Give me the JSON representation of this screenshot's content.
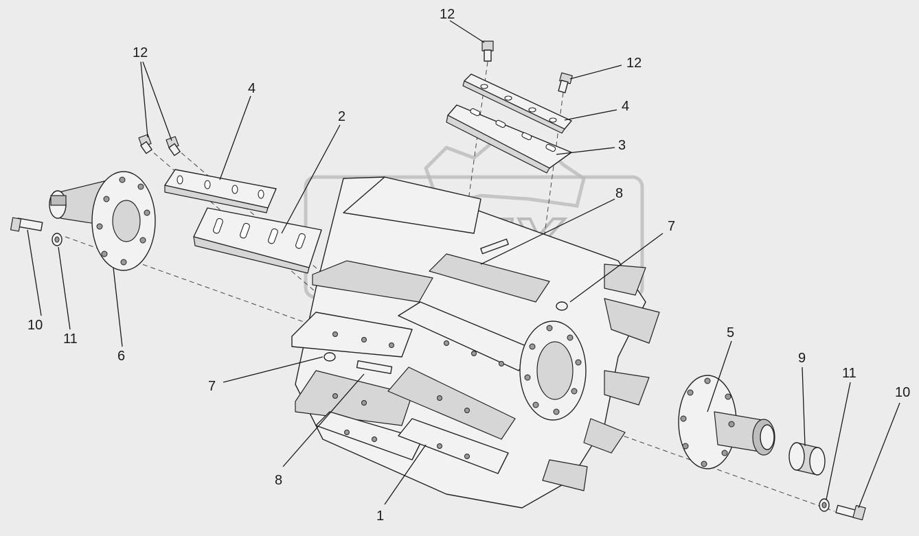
{
  "watermark": {
    "text": "OREX"
  },
  "callouts": [
    {
      "id": "c1",
      "label": "1"
    },
    {
      "id": "c2",
      "label": "2"
    },
    {
      "id": "c3",
      "label": "3"
    },
    {
      "id": "c4a",
      "label": "4"
    },
    {
      "id": "c4b",
      "label": "4"
    },
    {
      "id": "c5",
      "label": "5"
    },
    {
      "id": "c6",
      "label": "6"
    },
    {
      "id": "c7a",
      "label": "7"
    },
    {
      "id": "c7b",
      "label": "7"
    },
    {
      "id": "c8a",
      "label": "8"
    },
    {
      "id": "c8b",
      "label": "8"
    },
    {
      "id": "c9",
      "label": "9"
    },
    {
      "id": "c10a",
      "label": "10"
    },
    {
      "id": "c10b",
      "label": "10"
    },
    {
      "id": "c11a",
      "label": "11"
    },
    {
      "id": "c11b",
      "label": "11"
    },
    {
      "id": "c12a",
      "label": "12"
    },
    {
      "id": "c12b",
      "label": "12"
    },
    {
      "id": "c12c",
      "label": "12"
    }
  ]
}
